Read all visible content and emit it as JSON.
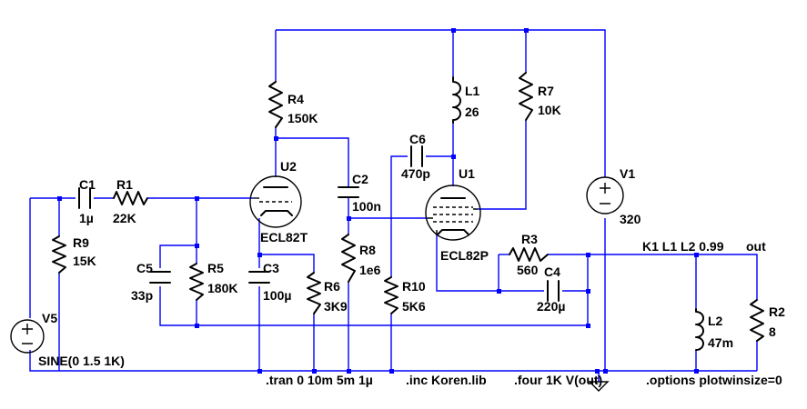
{
  "components": {
    "V5": {
      "name": "V5",
      "value": "SINE(0 1.5 1K)"
    },
    "C1": {
      "name": "C1",
      "value": "1µ"
    },
    "R1": {
      "name": "R1",
      "value": "22K"
    },
    "R9": {
      "name": "R9",
      "value": "15K"
    },
    "C5": {
      "name": "C5",
      "value": "33p"
    },
    "R5": {
      "name": "R5",
      "value": "180K"
    },
    "R4": {
      "name": "R4",
      "value": "150K"
    },
    "U2": {
      "name": "U2",
      "value": "ECL82T"
    },
    "C3": {
      "name": "C3",
      "value": "100µ"
    },
    "R6": {
      "name": "R6",
      "value": "3K9"
    },
    "C2": {
      "name": "C2",
      "value": "100n"
    },
    "R8": {
      "name": "R8",
      "value": "1e6"
    },
    "R10": {
      "name": "R10",
      "value": "5K6"
    },
    "C6": {
      "name": "C6",
      "value": "470p"
    },
    "L1": {
      "name": "L1",
      "value": "26"
    },
    "R7": {
      "name": "R7",
      "value": "10K"
    },
    "U1": {
      "name": "U1",
      "value": "ECL82P"
    },
    "V1": {
      "name": "V1",
      "value": "320"
    },
    "R3": {
      "name": "R3",
      "value": "560"
    },
    "C4": {
      "name": "C4",
      "value": "220µ"
    },
    "L2": {
      "name": "L2",
      "value": "47m"
    },
    "R2": {
      "name": "R2",
      "value": "8"
    }
  },
  "directives": {
    "coupling": "K1 L1 L2 0.99",
    "tran": ".tran 0 10m 5m 1µ",
    "inc": ".inc Koren.lib",
    "four": ".four 1K V(out)",
    "options": ".options plotwinsize=0"
  },
  "net_labels": {
    "out": "out"
  },
  "colors": {
    "wire": "#0000ff",
    "component": "#000000",
    "background": "#ffffff"
  }
}
